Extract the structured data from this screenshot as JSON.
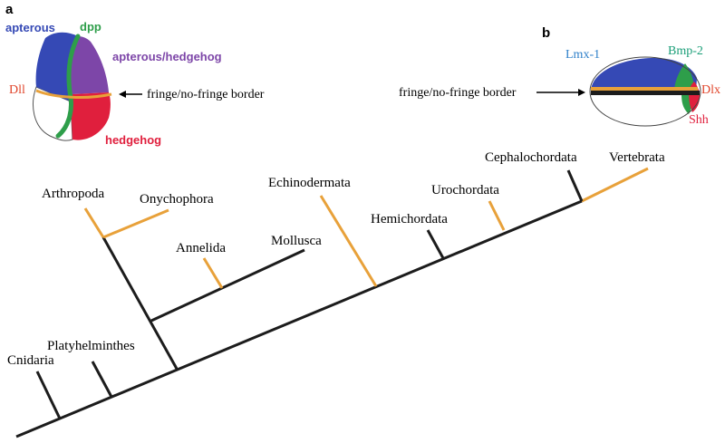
{
  "panel_a": {
    "letter": "a",
    "labels": {
      "apterous": "apterous",
      "dpp": "dpp",
      "apterous_hedgehog": "apterous/hedgehog",
      "dll": "Dll",
      "hedgehog": "hedgehog",
      "border": "fringe/no-fringe border"
    }
  },
  "panel_b": {
    "letter": "b",
    "labels": {
      "lmx1": "Lmx-1",
      "bmp2": "Bmp-2",
      "dlx": "Dlx",
      "shh": "Shh",
      "border": "fringe/no-fringe border"
    }
  },
  "tree": {
    "taxa": {
      "cnidaria": "Cnidaria",
      "platyhelminthes": "Platyhelminthes",
      "arthropoda": "Arthropoda",
      "onychophora": "Onychophora",
      "annelida": "Annelida",
      "mollusca": "Mollusca",
      "echinodermata": "Echinodermata",
      "hemichordata": "Hemichordata",
      "urochordata": "Urochordata",
      "cephalochordata": "Cephalochordata",
      "vertebrata": "Vertebrata"
    }
  },
  "colors": {
    "blue": "#3549b5",
    "purple": "#7d46a8",
    "green": "#2e9e4a",
    "red": "#e01f3d",
    "orange": "#e8a13a",
    "black": "#1c1c1c",
    "dll_label": "#e0442a",
    "lmx_label": "#2d7fc9",
    "bmp_label": "#1a9e78"
  }
}
